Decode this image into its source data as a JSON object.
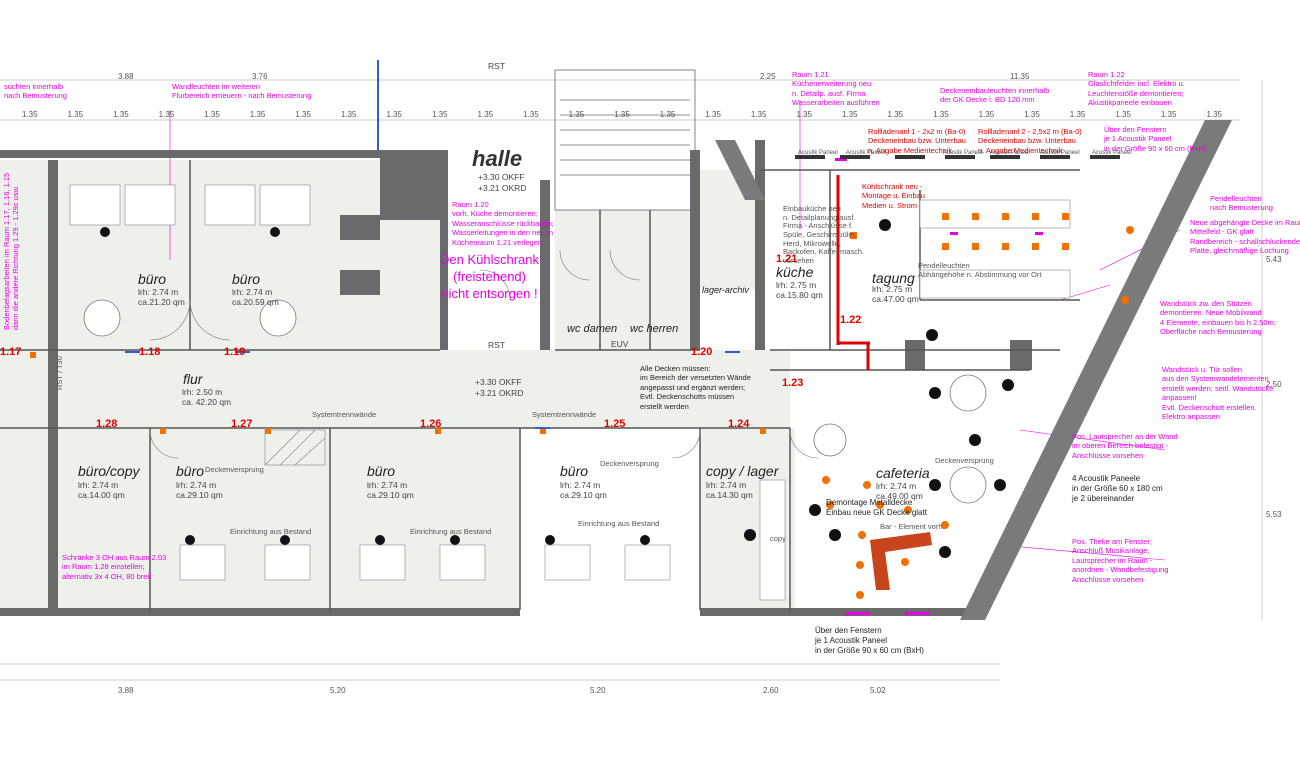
{
  "halle": {
    "name": "halle",
    "okff": "+3.30 OKFF",
    "okrd": "+3.21 OKRD"
  },
  "flur": {
    "name": "flur",
    "lrh": "lrh: 2.50 m",
    "area": "ca. 42.20 qm",
    "okff": "+3.30 OKFF",
    "okrd": "+3.21 OKRD",
    "rst": "RST"
  },
  "rooms_top": [
    {
      "name": "büro",
      "lrh": "lrh: 2.74 m",
      "area": "ca.21.20 qm"
    },
    {
      "name": "büro",
      "lrh": "lrh: 2.74 m",
      "area": "ca.20.59 qm"
    }
  ],
  "rooms_bottom": [
    {
      "name": "büro/copy",
      "lrh": "lrh: 2.74 m",
      "area": "ca.14.00 qm"
    },
    {
      "name": "büro",
      "lrh": "lrh: 2.74 m",
      "area": "ca.29.10 qm"
    },
    {
      "name": "büro",
      "lrh": "lrh: 2.74 m",
      "area": "ca.29.10 qm"
    },
    {
      "name": "büro",
      "lrh": "lrh: 2.74 m",
      "area": "ca.29.10 qm"
    },
    {
      "name": "copy / lager",
      "lrh": "lrh: 2.74 m",
      "area": "ca.14.30 qm"
    }
  ],
  "wc_damen": "wc damen",
  "wc_herren": "wc herren",
  "euv": "EUV",
  "lager_archiv": "lager-archiv",
  "kueche": {
    "no": "1.21",
    "name": "küche",
    "lrh": "lrh: 2.75 m",
    "area": "ca.15.80 qm"
  },
  "tagung": {
    "name": "tagung",
    "lrh": "lrh: 2.75 m",
    "area": "ca.47.00 qm"
  },
  "cafeteria": {
    "name": "cafeteria",
    "lrh": "lrh: 2.74 m",
    "area": "ca.49.00 qm"
  },
  "room_numbers": [
    "1.17",
    "1.18",
    "1.19",
    "1.20",
    "1.21",
    "1.22",
    "1.23",
    "1.24",
    "1.25",
    "1.26",
    "1.27",
    "1.28"
  ],
  "kuehlschrank": "Den Kühlschrank\n(freistehend)\nnicht entsorgen !",
  "decken_note": "Alle Decken müssen:\nim Bereich der versetzten Wände\nangepasst und ergänzt werden;\nEvtl. Deckenschotts müssen\nerstellt werden",
  "dim_top": [
    "3.88",
    "3.76",
    "2.25",
    "11.35"
  ],
  "dim_135": [
    "1.35",
    "1.35",
    "1.35",
    "1.35",
    "1.35",
    "1.35",
    "1.35",
    "1.35",
    "1.35",
    "1.35",
    "1.35",
    "1.35",
    "1.35",
    "1.35",
    "1.35",
    "1.35",
    "1.35",
    "1.35",
    "1.35",
    "1.35",
    "1.35",
    "1.35",
    "1.35",
    "1.35",
    "1.35",
    "1.35",
    "1.35"
  ],
  "dim_bottom": [
    "3.88",
    "5.20",
    "5.20",
    "2.60",
    "5.02"
  ],
  "dim_right": [
    "5.43",
    "2.50",
    "5.53"
  ],
  "pink_notes": {
    "n1": "suchten innerhalb\nnach Bemusterung",
    "n2": "Wandleuchten im weiteren\nFlurbereich erneuern - nach Bemusterung",
    "n3": "Raum 1.20\nvorh. Küche demontieren;\nWasseranschlüsse rückbauen;\nWasserleitungen in den neuen\nKüchenraum 1.21 verlegen.",
    "n4": "Raum 1.21\nKüchenerweiterung neu\nn. Detailp. ausf. Firma\nWasserarbeiten ausführen",
    "n5": "Deckeneinbauleuchten innerhalb\nder GK Decke i. BD 120 mm",
    "n6": "Raum 1.22\nGlaslichtfelder incl. Elektro u.\nLeuchtenstöße demontieren;\nAkustikpaneele einbauen",
    "n7": "Über den Fenstern\nje 1 Acoustik Paneel\nin der Größe 90 x 60 cm (BxH)",
    "n8": "Pendelleuchten\nnach Bemusterung",
    "n9": "Neue abgehängte Decke im Raum:\nMittelfeld - GK glatt\nRandbereich - schallschluckende\nPlatte, gleichmäßige Lochung",
    "n10": "Wandstück zw. den Stützen\ndemontieren. Neue Mobilwand\n4 Elemente, einbauen bis h 2.50m;\nOberfläche nach Bemusterung",
    "n11": "Wandstück u. Tür sollen\naus den Systemwandelementen\nerstellt werden; seitl. Wandstücke\nanpassen!\nEvtl. Deckenschott erstellen.\nElektro anpassen",
    "n12": "Pos. Lautsprecher an der Wand\nim oberen Bereich befestigt -\nAnschlüsse vorsehen",
    "n13": "Pos. Theke am Fenster;\nAnschluß Musikanlage,\nLautsprecher im Raum -\nanordnen - Wandbefestigung\nAnschlüsse vorsehen",
    "n14": "Schränke 3 OH aus Raum 2.03\nim Raum 1.28 einstellen;\nalternativ 3x 4 OH, 80 breit",
    "n15": "Bodenbelagsarbeiten im Raum 1.17, 1.16, 1.15\ndann die andere Richtung 1.29 - 1.29c usw."
  },
  "black_notes": {
    "ac": "4 Acoustik Paneele\nin der Größe 60 x 180 cm\nje 2 übereinander",
    "ac2": "Über den Fenstern\nje 1 Acoustik Paneel\nin der Größe 90 x 60 cm (BxH)",
    "demontage": "Demontage Metalldecke\nEinbau neue GK Decke glatt",
    "bar": "Bar - Element vorh.",
    "einrichtung1": "Einrichtung aus Bestand",
    "deckenv": "Deckenversprung",
    "systemtrenn": "Systemtrennwände",
    "einbau": "Einbauküche neu\nn. Detailplanung ausf.\nFirma - Anschlüsse f.\nSpüle, Geschirrspüler,\nHerd, Mikrowelle,\nBackofen, Kaffeemasch.\nvorsehen",
    "pendel": "Pendelleuchten\nAbhängehöhe n. Abstimmung vor Ort",
    "rollo1": "Rollladenanl 1 - 2x2 m (Ba-0)\nDeckeneinbau bzw. Unterbau\nn. Angabe Medientechnik",
    "rollo2": "Rollladenanl 2 - 2,5x2 m (Ba-0)\nDeckeneinbau bzw. Unterbau\nn. Angabe Medientechnik",
    "kuehl": "Kühlschrank neu -\nMontage u. Einbau\nMedien u. Strom",
    "rst130": "RST / T30",
    "copy": "copy",
    "rst_top": "RST"
  },
  "akustik_label": "Acustik Paneel",
  "colors": {
    "wall": "#555555",
    "pink": "#e600e6",
    "red": "#e00000",
    "floor": "#eef0ec",
    "orange": "#f07000",
    "bar": "#c8441c"
  }
}
